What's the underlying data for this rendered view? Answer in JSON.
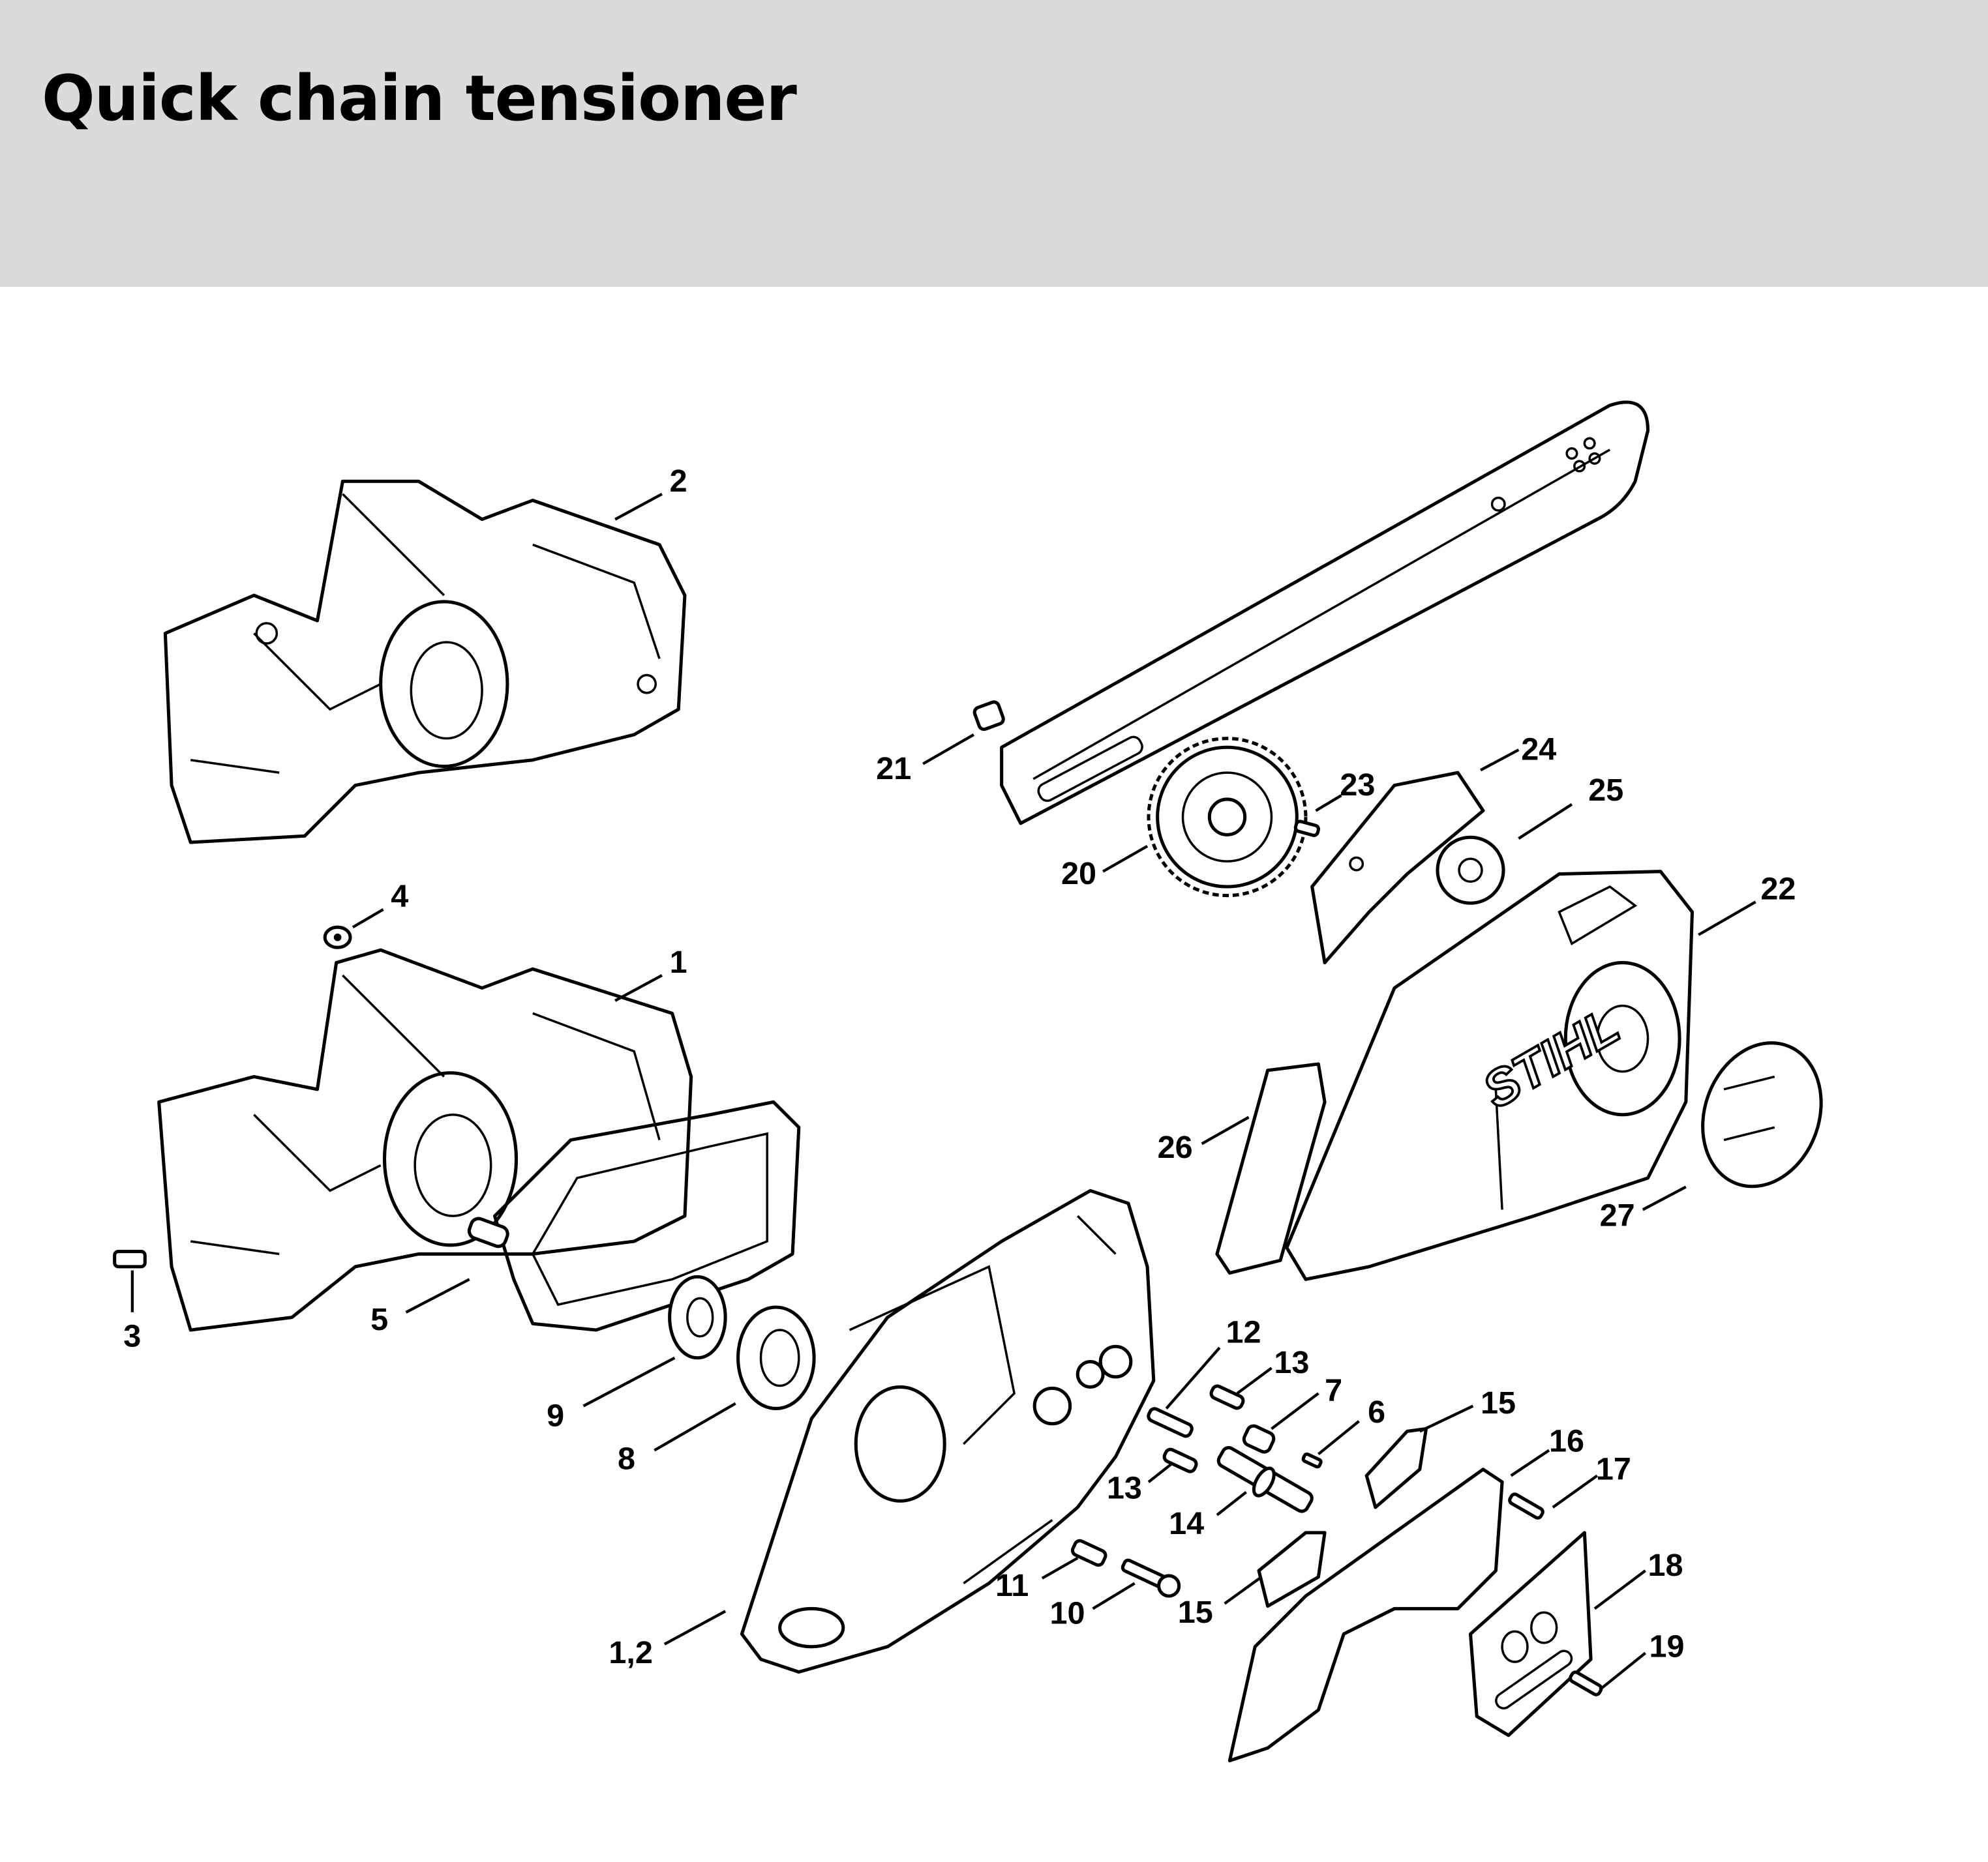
{
  "header": {
    "title": "Quick chain tensioner"
  },
  "diagram": {
    "logo_text": "STIHL",
    "callouts": [
      "2",
      "4",
      "1",
      "3",
      "5",
      "9",
      "8",
      "1,2",
      "12",
      "13",
      "7",
      "6",
      "15",
      "16",
      "17",
      "13",
      "14",
      "11",
      "10",
      "15",
      "18",
      "19",
      "21",
      "23",
      "24",
      "25",
      "20",
      "22",
      "26",
      "27"
    ]
  },
  "colors": {
    "header_bg": "#dadbda",
    "line": "#000000",
    "background": "#ffffff"
  }
}
